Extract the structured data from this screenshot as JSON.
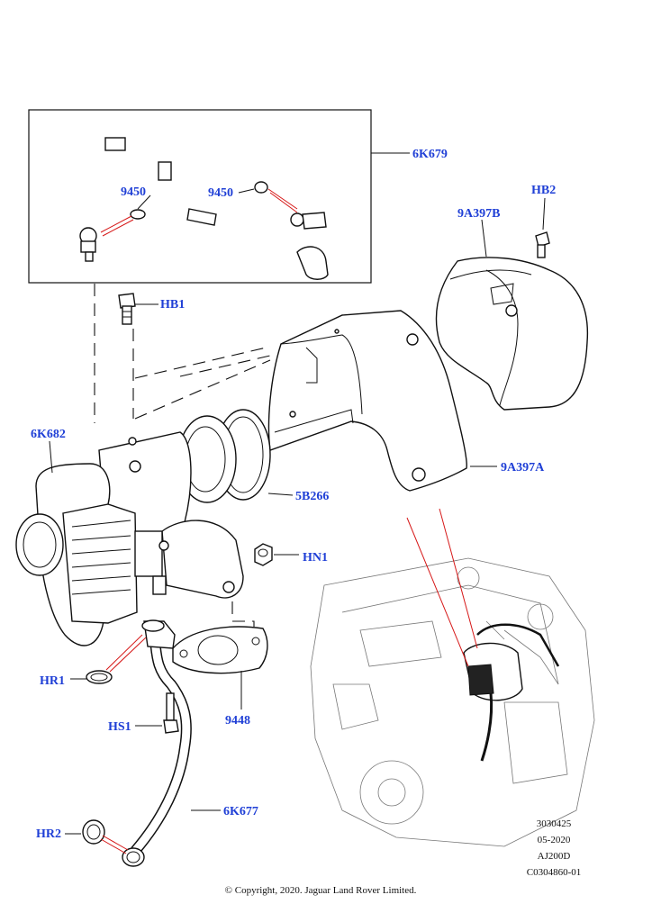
{
  "callouts": {
    "c_6k679": "6K679",
    "c_9450a": "9450",
    "c_9450b": "9450",
    "c_hb2": "HB2",
    "c_9a397b": "9A397B",
    "c_hb1": "HB1",
    "c_6k682": "6K682",
    "c_9a397a": "9A397A",
    "c_5b266": "5B266",
    "c_hn1": "HN1",
    "c_hr1": "HR1",
    "c_hs1": "HS1",
    "c_9448": "9448",
    "c_6k677": "6K677",
    "c_hr2": "HR2"
  },
  "meta": {
    "illustration_no": "3030425",
    "date": "05-2020",
    "engine": "AJ200D",
    "catalogue_ref": "C0304860-01"
  },
  "copyright": "© Copyright, 2020. Jaguar Land Rover Limited.",
  "colors": {
    "callout_blue": "#1f3fd6",
    "leader_red": "#d61818",
    "line_black": "#111111"
  }
}
